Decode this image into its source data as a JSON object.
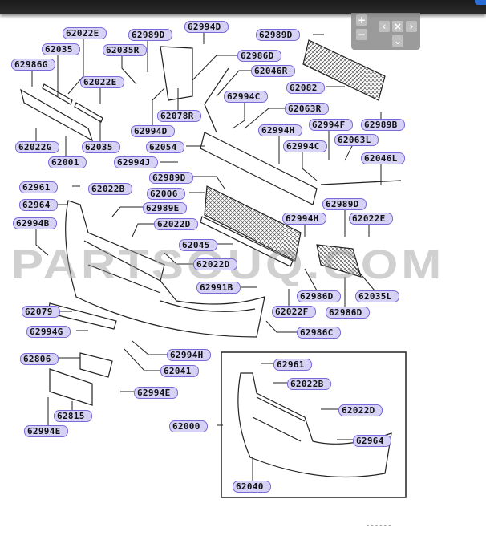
{
  "zoom_controls": {
    "zoom_in": "+",
    "zoom_out": "−",
    "left": "‹",
    "close": "×",
    "right": "›",
    "down": "⌄"
  },
  "watermark": "PARTSOUQ.COM",
  "footer_code": "------",
  "labels": [
    "62022E",
    "62989D",
    "62994D",
    "62035",
    "62035R",
    "62989D",
    "62986G",
    "62986D",
    "62046R",
    "62022E",
    "62082",
    "62994C",
    "62078R",
    "62063R",
    "62994D",
    "62994H",
    "62994F",
    "62989B",
    "62022G",
    "62035",
    "62054",
    "62994C",
    "62063L",
    "62001",
    "62994J",
    "62046L",
    "62989D",
    "62961",
    "62022B",
    "62006",
    "62964",
    "62989E",
    "62989D",
    "62994B",
    "62022D",
    "62994H",
    "62022E",
    "62045",
    "62022D",
    "62991B",
    "62986D",
    "62035L",
    "62079",
    "62022F",
    "62986D",
    "62994G",
    "62986C",
    "62994H",
    "62806",
    "62041",
    "62961",
    "62022B",
    "62994E",
    "62815",
    "62022D",
    "62000",
    "62994E",
    "62964",
    "62040"
  ]
}
